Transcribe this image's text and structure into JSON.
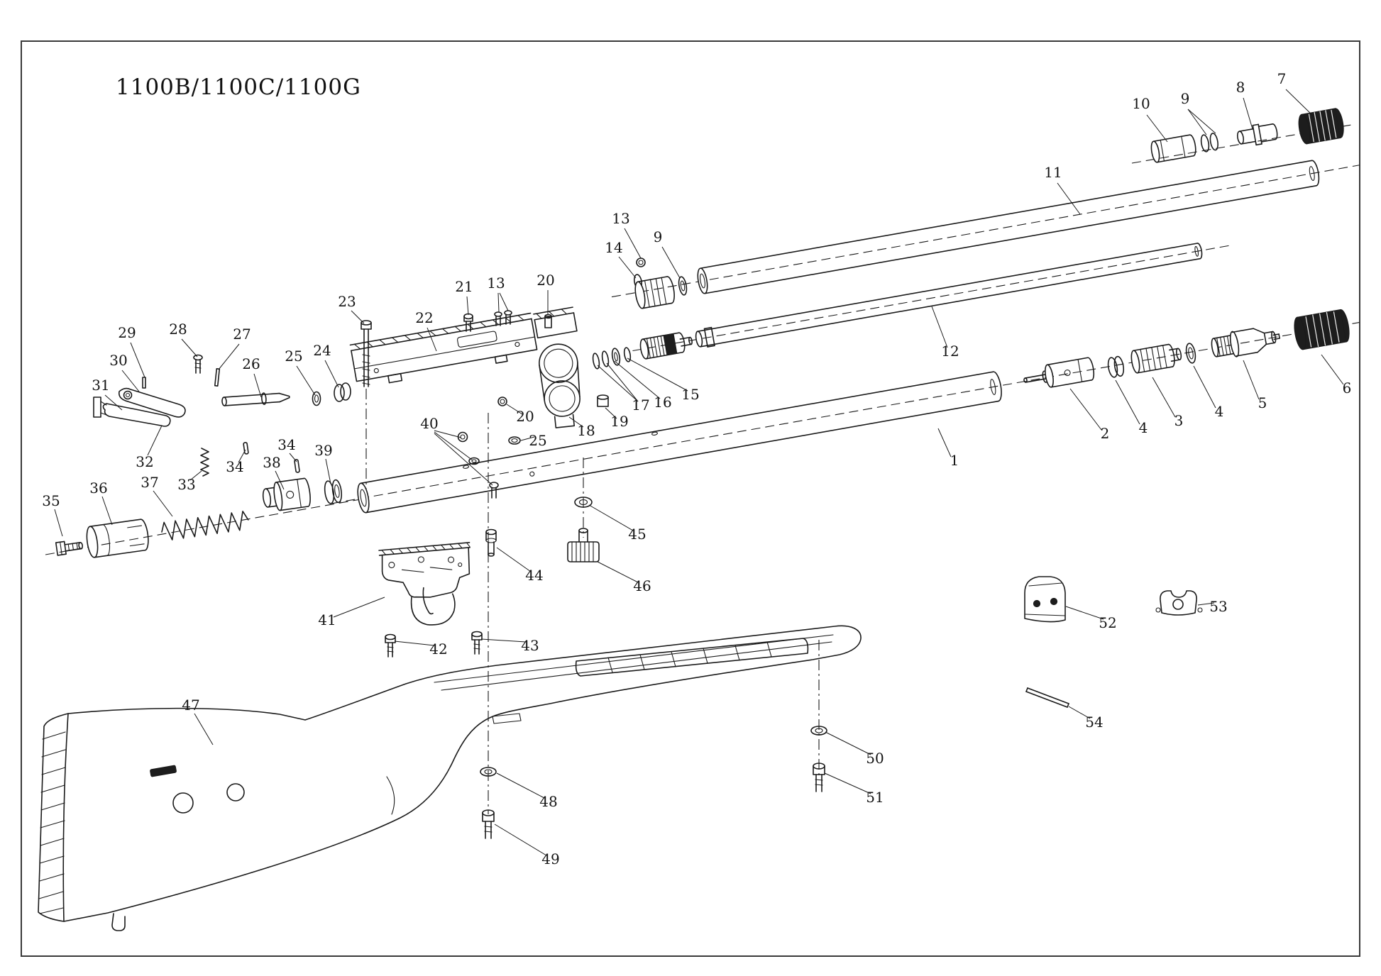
{
  "title": "1100B/1100C/1100G",
  "callouts": {
    "c1": "1",
    "c2": "2",
    "c3": "3",
    "c4a": "4",
    "c4b": "4",
    "c5": "5",
    "c6": "6",
    "c7": "7",
    "c8": "8",
    "c9a": "9",
    "c9b": "9",
    "c10": "10",
    "c11": "11",
    "c12": "12",
    "c13a": "13",
    "c13b": "13",
    "c14": "14",
    "c15": "15",
    "c16": "16",
    "c17": "17",
    "c18": "18",
    "c19": "19",
    "c20a": "20",
    "c20b": "20",
    "c21": "21",
    "c22": "22",
    "c23": "23",
    "c24": "24",
    "c25a": "25",
    "c25b": "25",
    "c26": "26",
    "c27": "27",
    "c28": "28",
    "c29": "29",
    "c30": "30",
    "c31": "31",
    "c32": "32",
    "c33": "33",
    "c34a": "34",
    "c34b": "34",
    "c35": "35",
    "c36": "36",
    "c37": "37",
    "c38": "38",
    "c39": "39",
    "c40": "40",
    "c41": "41",
    "c42": "42",
    "c43": "43",
    "c44": "44",
    "c45": "45",
    "c46": "46",
    "c47": "47",
    "c48": "48",
    "c49": "49",
    "c50": "50",
    "c51": "51",
    "c52": "52",
    "c53": "53",
    "c54": "54"
  }
}
